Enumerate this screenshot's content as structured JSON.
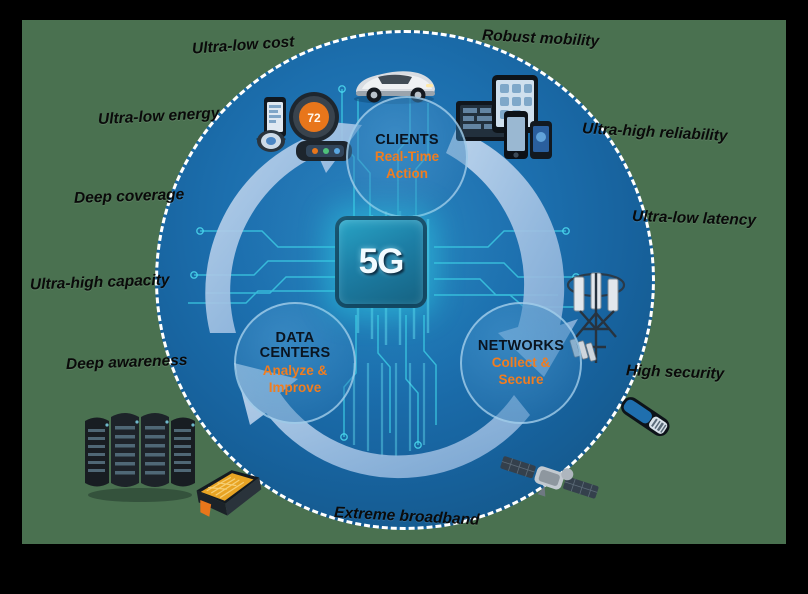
{
  "figure": {
    "title": "5G ecosystem wheel",
    "center_label": "5G",
    "background_color": "#4a7150",
    "disc_color": "#1c6fae",
    "accent_orange": "#f07d20",
    "node_text_color": "#0a1420",
    "frame_color": "#000000"
  },
  "nodes": [
    {
      "id": "clients",
      "title": "CLIENTS",
      "subtitle": "Real-Time\nAction",
      "sub_line1": "Real-Time",
      "sub_line2": "Action"
    },
    {
      "id": "data-centers",
      "title_line1": "DATA",
      "title_line2": "CENTERS",
      "title": "DATA CENTERS",
      "sub_line1": "Analyze &",
      "sub_line2": "Improve"
    },
    {
      "id": "networks",
      "title": "NETWORKS",
      "sub_line1": "Collect &",
      "sub_line2": "Secure"
    }
  ],
  "capabilities": [
    {
      "id": "ultra-low-cost",
      "label": "Ultra-low cost"
    },
    {
      "id": "robust-mobility",
      "label": "Robust mobility"
    },
    {
      "id": "ultra-low-energy",
      "label": "Ultra-low energy"
    },
    {
      "id": "ultra-high-reliability",
      "label": "Ultra-high reliability"
    },
    {
      "id": "deep-coverage",
      "label": "Deep coverage"
    },
    {
      "id": "ultra-low-latency",
      "label": "Ultra-low latency"
    },
    {
      "id": "ultra-high-capacity",
      "label": "Ultra-high capacity"
    },
    {
      "id": "deep-awareness",
      "label": "Deep awareness"
    },
    {
      "id": "high-security",
      "label": "High security"
    },
    {
      "id": "extreme-broadband",
      "label": "Extreme broadband"
    }
  ],
  "artwork": [
    {
      "id": "sports-car",
      "name": "sports-car-image"
    },
    {
      "id": "mobile-devices",
      "name": "mobile-devices-image"
    },
    {
      "id": "iot-devices",
      "name": "iot-wearables-image",
      "thermostat_value": "72"
    },
    {
      "id": "cell-tower",
      "name": "cell-tower-image"
    },
    {
      "id": "handheld-device",
      "name": "handheld-scanner-image"
    },
    {
      "id": "satellite",
      "name": "satellite-image"
    },
    {
      "id": "server-racks",
      "name": "server-racks-image"
    },
    {
      "id": "processor-chip",
      "name": "processor-chip-image"
    }
  ],
  "flow": {
    "arrow_clients_to_networks": "clockwise",
    "arrow_networks_to_datacenters": "clockwise",
    "arrow_datacenters_to_clients": "clockwise"
  }
}
